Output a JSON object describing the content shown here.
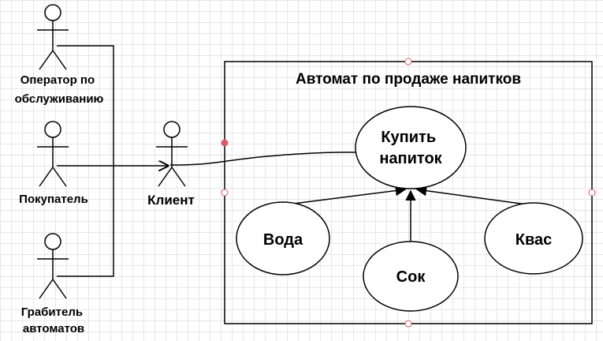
{
  "actors": {
    "operator": "Оператор по\nобслуживанию",
    "buyer": "Покупатель",
    "robber": "Грабитель\nавтоматов",
    "client": "Клиент"
  },
  "system": {
    "title": "Автомат по продаже напитков"
  },
  "use_cases": {
    "buy": "Купить\nнапиток",
    "water": "Вода",
    "juice": "Сок",
    "kvass": "Квас"
  },
  "colors": {
    "line": "#000000",
    "grid": "#e6e6e6",
    "handle": "#d95b67"
  }
}
